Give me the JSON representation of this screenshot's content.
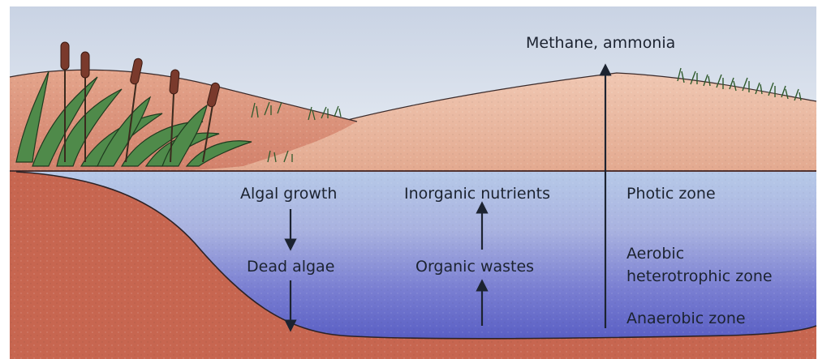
{
  "diagram": {
    "atmosphere_label": "Methane, ammonia",
    "left_column": {
      "top": "Algal growth",
      "middle": "Dead algae"
    },
    "middle_column": {
      "top": "Inorganic nutrients",
      "middle": "Organic wastes"
    },
    "zones": {
      "photic": "Photic zone",
      "aerobic_line1": "Aerobic",
      "aerobic_line2": "heterotrophic zone",
      "anaerobic": "Anaerobic zone"
    }
  },
  "colors": {
    "sky": "#dfe6ef",
    "near_hill": "#d8907b",
    "far_hill": "#e8b9a2",
    "soil": "#c9664f",
    "water_top": "#a9c0e2",
    "water_bottom": "#5a63c6",
    "arrow": "#1c2330",
    "reed_leaf": "#4f8a4a",
    "cattail_head": "#7a3a2c"
  }
}
